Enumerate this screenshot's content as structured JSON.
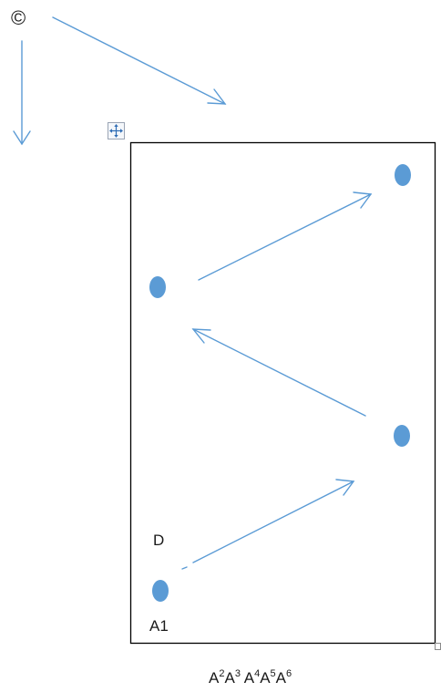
{
  "symbol": "©",
  "labels": {
    "d": "D",
    "a1": "A1"
  },
  "caption": {
    "parts": [
      {
        "base": "A",
        "sup": "2"
      },
      {
        "base": "A",
        "sup": "3"
      },
      {
        "base": " A",
        "sup": "4"
      },
      {
        "base": "A",
        "sup": "5"
      },
      {
        "base": "A",
        "sup": "6"
      }
    ]
  },
  "icons": {
    "move_handle": "four-way-move-icon",
    "resize_handle": "resize-handle-icon"
  },
  "colors": {
    "arrow": "#5b9bd5",
    "dot": "#5b9bd5",
    "frame": "#000000",
    "text": "#1a1a1a"
  }
}
